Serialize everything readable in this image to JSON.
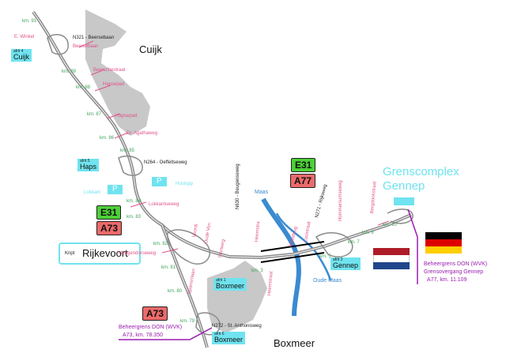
{
  "map": {
    "towns": {
      "cuijk": "Cuijk",
      "boxmeer": "Boxmeer",
      "rijkevoort_prefix": "Knpt",
      "rijkevoort": "Rijkevoort"
    },
    "border_complex": {
      "line1": "Grenscomplex",
      "line2": "Gennep"
    },
    "routes": {
      "e31_north": "E31",
      "a77": "A77",
      "e31_west": "E31",
      "a73_west": "A73",
      "a73_south": "A73"
    },
    "exits": {
      "exit4": {
        "num": "afrit 4",
        "name": "Cuijk"
      },
      "exit5": {
        "num": "afrit 5",
        "name": "Haps"
      },
      "exit1": {
        "num": "afrit 1",
        "name": "Boxmeer"
      },
      "exit2": {
        "num": "afrit 2",
        "name": "Gennep"
      },
      "exit6": {
        "num": "afrit 6",
        "name": "Boxmeer"
      }
    },
    "roads": {
      "n321": "N321 - Beersebaan",
      "n264": "N264 - Oeffeltseweg",
      "n630": "N630 - Beugenseweg",
      "n271": "N271 - Rijksweg",
      "n272": "N272 - St. Anthonisweg"
    },
    "parking": {
      "p1": "P",
      "p1_name": "Lokkant",
      "p2": "P",
      "p2_name": "Hooispp"
    },
    "streets": [
      "E. Winkel",
      "Beersebaan",
      "Beerschestraat",
      "Hapsepad",
      "Hapsepad",
      "Dr. Agathaweg",
      "Lokkantseweg",
      "Hoogendorseweg",
      "Voordi",
      "Oude Ven",
      "Stortweg",
      "Sparrenlaan",
      "Heemstra",
      "Heemstraat",
      "Maasbrug",
      "Hommersumseweg",
      "Bergdonkstraat",
      "Looistraat"
    ],
    "km_markers": [
      "km. 91",
      "km. 89",
      "km. 88",
      "km. 87",
      "km. 86",
      "km. 85",
      "km. 84",
      "km. 83",
      "km. 82",
      "km. 81",
      "km. 80",
      "km. 79",
      "km. 3",
      "km. 5",
      "km. 7",
      "km. 9",
      "km. 10"
    ],
    "water": {
      "maas": "Maas",
      "oude_maas": "Oude Maas"
    },
    "management": {
      "east_line1": "Beheergrens DON (WVK)",
      "east_line2": "Grensovergang Gennep",
      "east_line3": "A77,  km. 11.109",
      "south_line1": "Beheergrens DON (WVK)",
      "south_line2": "A73,  km. 78.350"
    },
    "colors": {
      "road": "#8a8a8a",
      "urban": "#c8c8c8",
      "exit_box": "#6fe3ef",
      "e_route": "#4cd137",
      "a_route": "#ec6a6a",
      "river": "#3a8bd0",
      "street_label": "#e0548b",
      "km_label": "#3ea55a",
      "boundary": "#9b1cb0"
    }
  }
}
